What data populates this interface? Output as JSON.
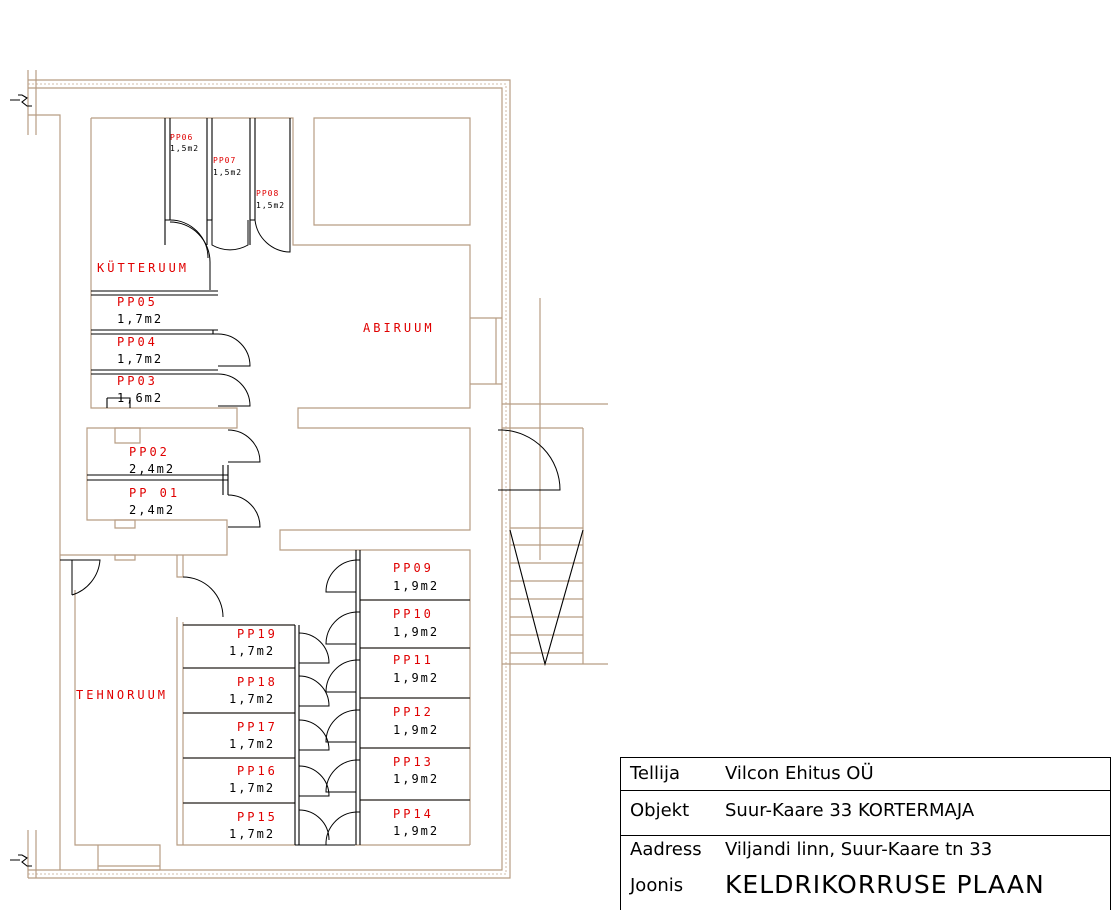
{
  "rooms": {
    "kutteruum": "KÜTTERUUM",
    "abiruum": "ABIRUUM",
    "tehnoruum": "TEHNORUUM"
  },
  "storage": [
    {
      "id": "pp01",
      "name": "PP 01",
      "area": "2,4m2"
    },
    {
      "id": "pp02",
      "name": "PP02",
      "area": "2,4m2"
    },
    {
      "id": "pp03",
      "name": "PP03",
      "area": "1,6m2"
    },
    {
      "id": "pp04",
      "name": "PP04",
      "area": "1,7m2"
    },
    {
      "id": "pp05",
      "name": "PP05",
      "area": "1,7m2"
    },
    {
      "id": "pp06",
      "name": "PP06",
      "area": "1,5m2"
    },
    {
      "id": "pp07",
      "name": "PP07",
      "area": "1,5m2"
    },
    {
      "id": "pp08",
      "name": "PP08",
      "area": "1,5m2"
    },
    {
      "id": "pp09",
      "name": "PP09",
      "area": "1,9m2"
    },
    {
      "id": "pp10",
      "name": "PP10",
      "area": "1,9m2"
    },
    {
      "id": "pp11",
      "name": "PP11",
      "area": "1,9m2"
    },
    {
      "id": "pp12",
      "name": "PP12",
      "area": "1,9m2"
    },
    {
      "id": "pp13",
      "name": "PP13",
      "area": "1,9m2"
    },
    {
      "id": "pp14",
      "name": "PP14",
      "area": "1,9m2"
    },
    {
      "id": "pp15",
      "name": "PP15",
      "area": "1,7m2"
    },
    {
      "id": "pp16",
      "name": "PP16",
      "area": "1,7m2"
    },
    {
      "id": "pp17",
      "name": "PP17",
      "area": "1,7m2"
    },
    {
      "id": "pp18",
      "name": "PP18",
      "area": "1,7m2"
    },
    {
      "id": "pp19",
      "name": "PP19",
      "area": "1,7m2"
    }
  ],
  "title_block": {
    "client_label": "Tellija",
    "client_value": "Vilcon Ehitus OÜ",
    "object_label": "Objekt",
    "object_value": "Suur-Kaare 33 KORTERMAJA",
    "address_label": "Aadress",
    "address_value": "Viljandi linn, Suur-Kaare tn 33",
    "drawing_label": "Joonis",
    "drawing_value": "KELDRIKORRUSE PLAAN"
  },
  "colors": {
    "wall": "#b89d84",
    "label_red": "#e00000",
    "ink": "#000000"
  }
}
